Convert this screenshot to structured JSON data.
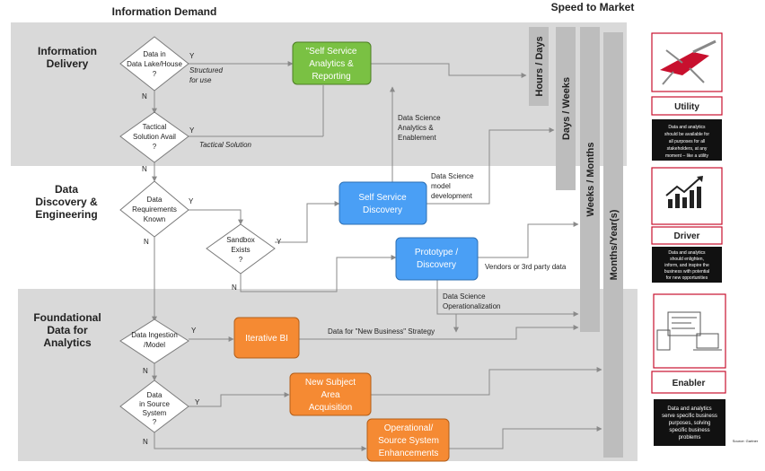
{
  "header": {
    "left_title": "Information Demand",
    "right_title": "Speed to Market"
  },
  "lanes": {
    "delivery": [
      "Information",
      "Delivery"
    ],
    "discovery": [
      "Data",
      "Discovery &",
      "Engineering"
    ],
    "foundational": [
      "Foundational",
      "Data for",
      "Analytics"
    ]
  },
  "decisions": {
    "d1": [
      "Data in",
      "Data Lake/House",
      "?"
    ],
    "d2": [
      "Tactical",
      "Solution Avail",
      "?"
    ],
    "d3": [
      "Data",
      "Requirements",
      "Known"
    ],
    "d4": [
      "Sandbox",
      "Exists",
      "?"
    ],
    "d5": [
      "Data Ingestion",
      "/Model"
    ],
    "d6": [
      "Data",
      "in Source",
      "System",
      "?"
    ]
  },
  "yes": "Y",
  "no": "N",
  "processes": {
    "p1": [
      "\"Self Service",
      "Analytics &",
      "Reporting"
    ],
    "p2": [
      "Self Service",
      "Discovery"
    ],
    "p3": [
      "Prototype /",
      "Discovery"
    ],
    "p4": [
      "Iterative BI"
    ],
    "p5": [
      "New Subject",
      "Area",
      "Acquisition"
    ],
    "p6": [
      "Operational/",
      "Source System",
      "Enhancements"
    ]
  },
  "annotations": {
    "structured": [
      "Structured",
      "for use"
    ],
    "tactical": "Tactical Solution",
    "ds_enable": [
      "Data Science",
      "Analytics &",
      "Enablement"
    ],
    "ds_model": [
      "Data Science",
      "model",
      "development"
    ],
    "vendors": "Vendors or 3rd party data",
    "ds_oper": [
      "Data Science",
      "Operationalization"
    ],
    "new_business": "Data for \"New Business\" Strategy"
  },
  "timeline": {
    "hours_days": "Hours / Days",
    "days_weeks": "Days / Weeks",
    "weeks_months": "Weeks / Months",
    "months_years": "Months/Year(s)"
  },
  "roles": {
    "utility": {
      "label": "Utility",
      "desc": [
        "Data and analytics",
        "should be available for",
        "all purposes for all",
        "stakeholders, at any",
        "moment – like a utility"
      ]
    },
    "driver": {
      "label": "Driver",
      "desc": [
        "Data and analytics",
        "should enlighten,",
        "inform, and inspire the",
        "business with potential",
        "for new opportunities"
      ]
    },
    "enabler": {
      "label": "Enabler",
      "desc": [
        "Data and analytics",
        "serve specific business",
        "purposes, solving",
        "specific business",
        "problems"
      ]
    }
  },
  "source": "Source: Gartner",
  "colors": {
    "green": "#7ac143",
    "blue": "#4a9ff5",
    "orange": "#f58a33",
    "band": "#d9d9d9",
    "red_border": "#c8102e"
  }
}
